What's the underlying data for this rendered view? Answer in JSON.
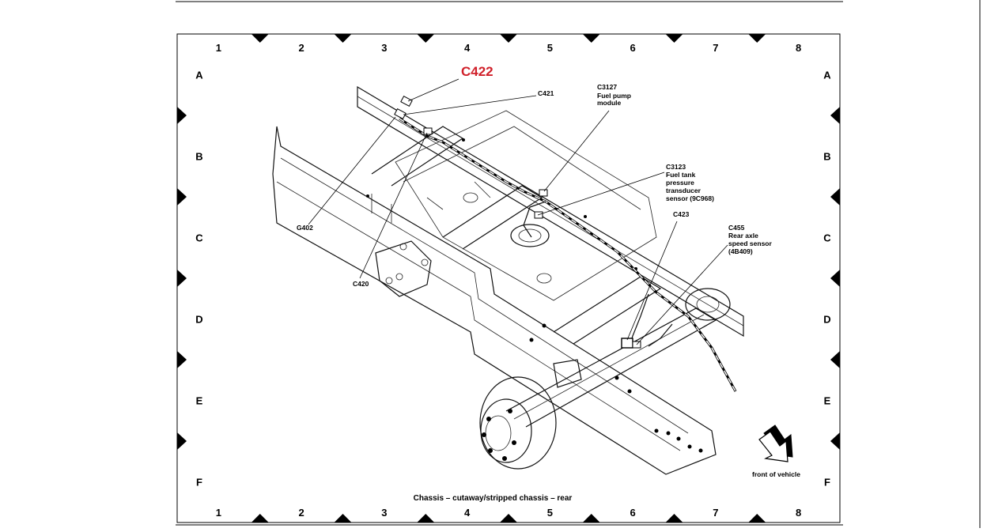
{
  "diagram": {
    "highlight_connector": "C422",
    "highlight_color": "#d0202a",
    "columns": [
      "1",
      "2",
      "3",
      "4",
      "5",
      "6",
      "7",
      "8"
    ],
    "rows": [
      "A",
      "B",
      "C",
      "D",
      "E",
      "F"
    ],
    "labels": {
      "c421": "C421",
      "c3127": [
        "C3127",
        "Fuel pump",
        "module"
      ],
      "c3123": [
        "C3123",
        "Fuel tank",
        "pressure",
        "transducer",
        "sensor (9C968)"
      ],
      "c423": "C423",
      "c455": [
        "C455",
        "Rear axle",
        "speed sensor",
        "(4B409)"
      ],
      "g402": "G402",
      "c420": "C420"
    },
    "orientation_label": "front of vehicle",
    "caption": "Chassis – cutaway/stripped chassis – rear"
  }
}
